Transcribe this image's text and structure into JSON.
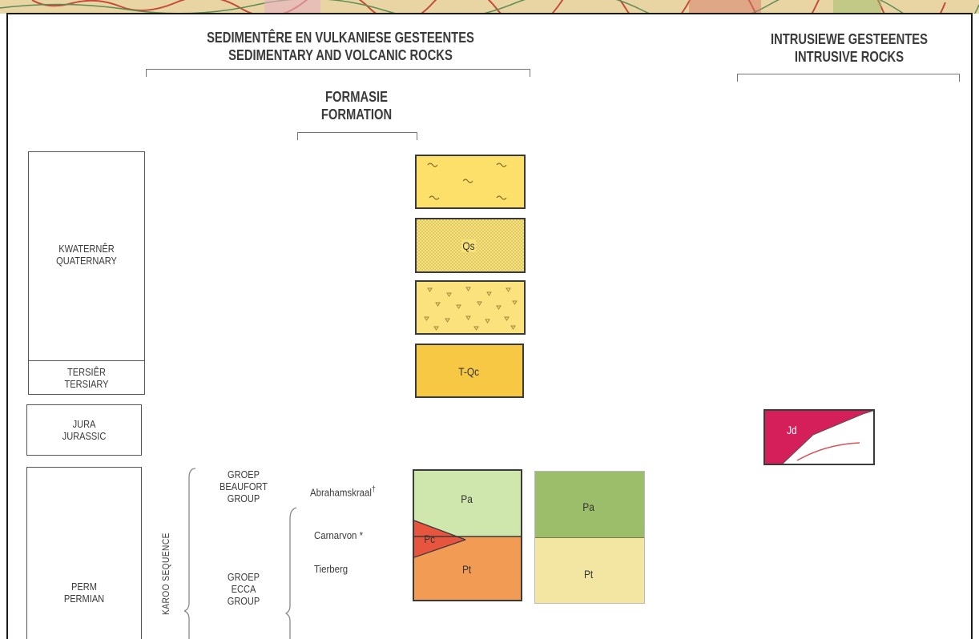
{
  "headers": {
    "sed_af": "SEDIMENTÊRE EN VULKANIESE GESTEENTES",
    "sed_en": "SEDIMENTARY AND VOLCANIC ROCKS",
    "intr_af": "INTRUSIEWE GESTEENTES",
    "intr_en": "INTRUSIVE ROCKS",
    "form_af": "FORMASIE",
    "form_en": "FORMATION"
  },
  "ages": {
    "quaternary_af": "KWATERNÊR",
    "quaternary_en": "QUATERNARY",
    "tertiary_af": "TERSIÊR",
    "tertiary_en": "TERSIARY",
    "jurassic_af": "JURA",
    "jurassic_en": "JURASSIC",
    "permian_af": "PERM",
    "permian_en": "PERMIAN"
  },
  "sequence": "KAROO SEQUENCE",
  "groups": {
    "beaufort": [
      "GROEP",
      "BEAUFORT",
      "GROUP"
    ],
    "ecca": [
      "GROEP",
      "ECCA",
      "GROUP"
    ]
  },
  "formations": {
    "abrahamskraal": "Abrahamskraal",
    "abrahamskraal_mark": "†",
    "carnarvon": "Carnarvon *",
    "tierberg": "Tierberg"
  },
  "symbols": {
    "qs": "Qs",
    "tqc": "T-Qc",
    "pa": "Pa",
    "pc": "Pc",
    "pt": "Pt",
    "pa2": "Pa",
    "pt2": "Pt",
    "jd": "Jd"
  },
  "colors": {
    "yellow": "#fde06a",
    "yellow_dotted": "#f8e27a",
    "orange_yellow": "#f7c844",
    "light_green": "#cfe6ad",
    "green": "#9cbd6a",
    "orange": "#f19b55",
    "red": "#e8553f",
    "cream": "#f2e6a2",
    "magenta": "#d41f5b"
  }
}
